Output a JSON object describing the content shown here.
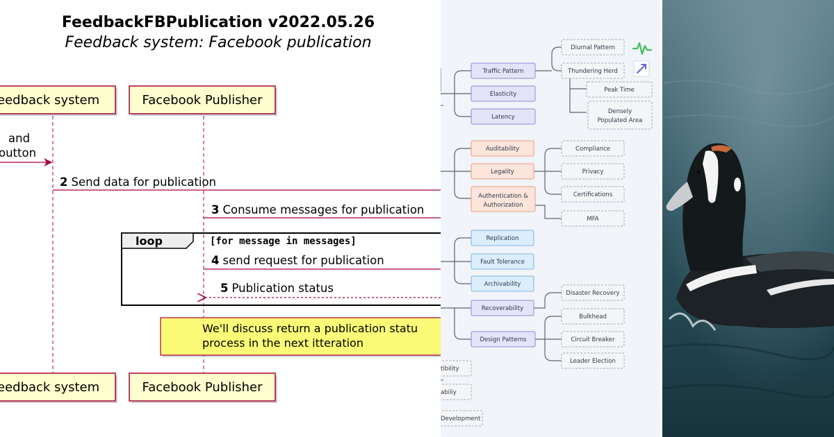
{
  "sequence_diagram": {
    "title": "FeedbackFBPublication v2022.05.26",
    "subtitle": "Feedback system: Facebook publication",
    "participants": {
      "feedback_system": "Feedback system",
      "feedback_system_visible": "eedback system",
      "facebook_publisher": "Facebook Publisher"
    },
    "messages": {
      "m1_line1": "and",
      "m1_line2": "button",
      "m1_line2_visible": "outton",
      "m2_num": "2",
      "m2_text": "Send data for publication",
      "m3_num": "3",
      "m3_text": "Consume messages for publication",
      "m4_num": "4",
      "m4_text": "send request for publication",
      "m5_num": "5",
      "m5_text": "Publication status"
    },
    "loop": {
      "label": "loop",
      "guard": "[for message in messages]"
    },
    "note": {
      "line1": "We'll discuss return a publication statu",
      "line2": "process in the next itteration"
    }
  },
  "mind_map": {
    "left_fragments": [
      "tibility",
      "abiliy",
      "Development"
    ],
    "groups": [
      {
        "items": [
          "Traffic Pattern",
          "Elasticity",
          "Latency"
        ],
        "color": "#e4e3f8",
        "border": "#8f8ad8"
      },
      {
        "items": [
          "Auditability",
          "Legality",
          "Authentication & Authorization"
        ],
        "color": "#fde5dc",
        "border": "#ef9a7e"
      },
      {
        "items": [
          "Replication",
          "Fault Tolerance",
          "Archivability"
        ],
        "color": "#dcedfb",
        "border": "#7db6e6"
      },
      {
        "items": [
          "Recoverability",
          "Design Patterns"
        ],
        "color": "#e4e3f8",
        "border": "#8f8ad8"
      }
    ],
    "leaves": {
      "traffic_pattern": [
        "Diurnal Pattern",
        "Thundering Herd"
      ],
      "thundering_herd": [
        "Peak Time",
        "Densely Populated Area"
      ],
      "legality": [
        "Compliance",
        "Privacy",
        "Certifications"
      ],
      "authentication": [
        "MFA"
      ],
      "recoverability": [
        "Disaster Recovery"
      ],
      "design_patterns": [
        "Bulkhead",
        "Circuit Breaker",
        "Leader Election"
      ]
    },
    "icons": [
      "pulse-icon",
      "trend-up-icon"
    ],
    "icon_colors": {
      "pulse": "#3fbf5b",
      "trend": "#6b5fd6"
    }
  },
  "photo": {
    "subject": "duck-on-water"
  }
}
